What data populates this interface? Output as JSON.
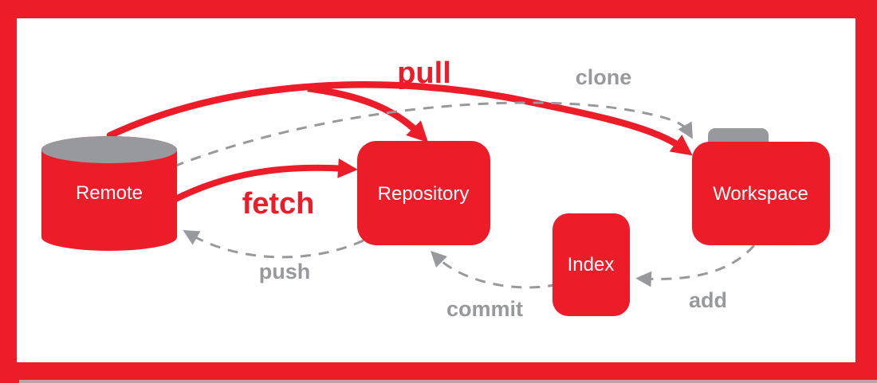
{
  "colors": {
    "red": "#ED1C29",
    "gray": "#97999C",
    "node_text": "#FFFFFF",
    "background": "#FFFFFF",
    "border": "#ED1C29",
    "bottom_strip": "#C4A1A7"
  },
  "nodes": [
    {
      "label": "Remote",
      "shape": "cylinder"
    },
    {
      "label": "Repository",
      "shape": "rounded-rectangle"
    },
    {
      "label": "Index",
      "shape": "rounded-rectangle"
    },
    {
      "label": "Workspace",
      "shape": "folder"
    }
  ],
  "edges": [
    {
      "label": "pull",
      "from": "Remote",
      "to": "Workspace",
      "also_points_to": "Repository",
      "style": "solid",
      "color": "red"
    },
    {
      "label": "clone",
      "from": "Remote",
      "to": "Workspace",
      "style": "dashed",
      "color": "gray"
    },
    {
      "label": "fetch",
      "from": "Remote",
      "to": "Repository",
      "style": "solid",
      "color": "red"
    },
    {
      "label": "push",
      "from": "Repository",
      "to": "Remote",
      "style": "dashed",
      "color": "gray"
    },
    {
      "label": "commit",
      "from": "Index",
      "to": "Repository",
      "style": "dashed",
      "color": "gray"
    },
    {
      "label": "add",
      "from": "Workspace",
      "to": "Index",
      "style": "dashed",
      "color": "gray"
    }
  ]
}
